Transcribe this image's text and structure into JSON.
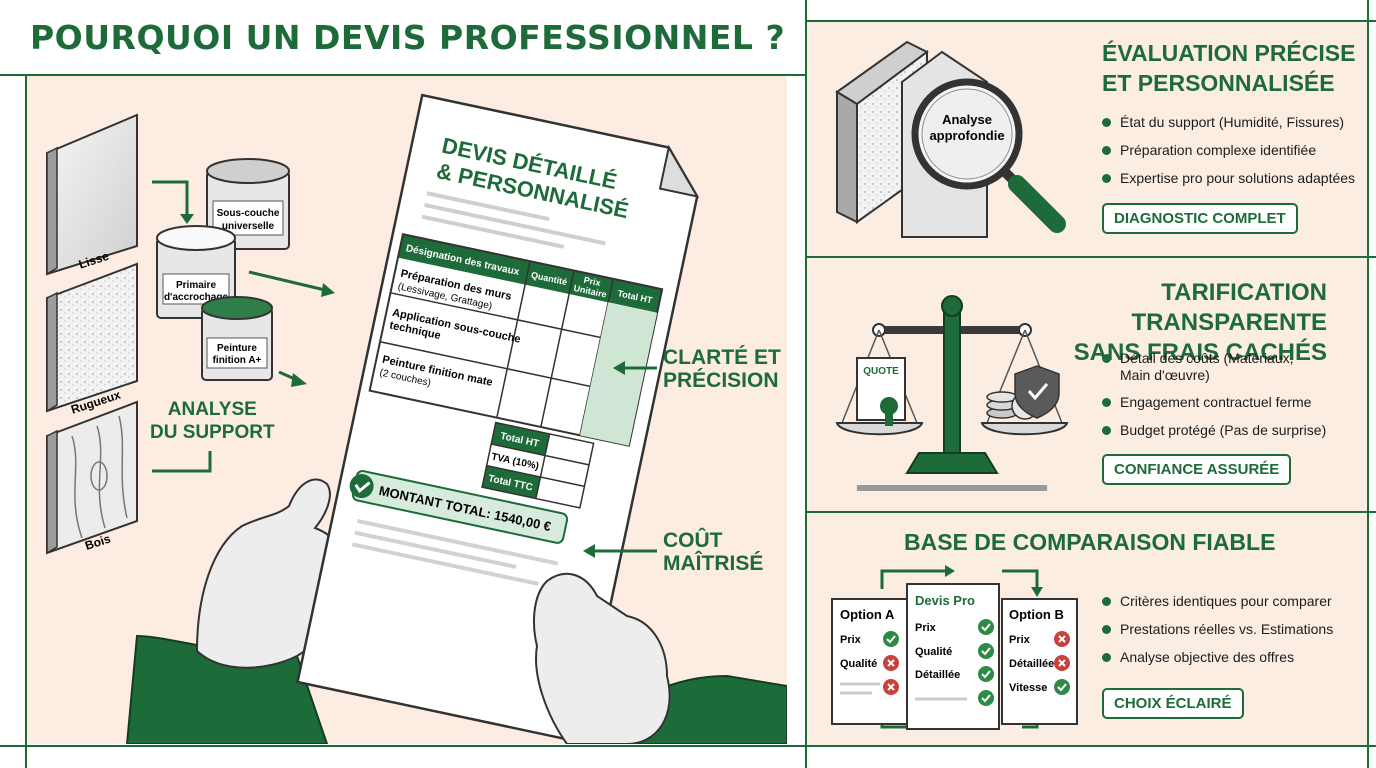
{
  "title": "POURQUOI UN DEVIS PROFESSIONNEL ?",
  "left": {
    "samples": [
      "Lisse",
      "Rugueux",
      "Bois"
    ],
    "cans": [
      "Sous-couche",
      "universelle",
      "Primaire",
      "d'accrochage",
      "Peinture",
      "finition A+"
    ],
    "support_label": [
      "ANALYSE",
      "DU SUPPORT"
    ],
    "doc_title": [
      "DEVIS DÉTAILLÉ",
      "& PERSONNALISÉ"
    ],
    "table_headers": [
      "Désignation des travaux",
      "Quantité",
      "Prix",
      "Unitaire",
      "Total HT"
    ],
    "rows": [
      [
        "Préparation des murs",
        "(Lessivage, Grattage)"
      ],
      [
        "Application sous-couche",
        "technique"
      ],
      [
        "Peinture finition mate",
        "(2 couches)"
      ]
    ],
    "totals": [
      "Total HT",
      "TVA (10%)",
      "Total TTC"
    ],
    "amount": "MONTANT TOTAL: 1540,00 €",
    "callout_clarity": [
      "CLARTÉ ET",
      "PRÉCISION"
    ],
    "callout_cost": [
      "COÛT",
      "MAÎTRISÉ"
    ]
  },
  "panel1": {
    "title": [
      "ÉVALUATION PRÉCISE",
      "ET PERSONNALISÉE"
    ],
    "magnifier": [
      "Analyse",
      "approfondie"
    ],
    "bullets": [
      "État du support (Humidité, Fissures)",
      "Préparation complexe identifiée",
      "Expertise pro pour solutions adaptées"
    ],
    "badge": "DIAGNOSTIC COMPLET"
  },
  "panel2": {
    "title": [
      "TARIFICATION TRANSPARENTE",
      "SANS FRAIS CACHÉS"
    ],
    "quote_label": "QUOTE",
    "bullets": [
      "Détail des coûts (Matériaux,",
      "Main d'œuvre)",
      "Engagement contractuel ferme",
      "Budget protégé (Pas de surprise)"
    ],
    "badge": "CONFIANCE ASSURÉE"
  },
  "panel3": {
    "title": "BASE DE COMPARAISON FIABLE",
    "cards": [
      {
        "name": "Option A",
        "rows": [
          "Prix",
          "Qualité"
        ]
      },
      {
        "name": "Devis Pro",
        "rows": [
          "Prix",
          "Qualité",
          "Détaillée"
        ]
      },
      {
        "name": "Option B",
        "rows": [
          "Prix",
          "Détaillée",
          "Vitesse"
        ]
      }
    ],
    "bullets": [
      "Critères identiques pour comparer",
      "Prestations réelles vs. Estimations",
      "Analyse objective des offres"
    ],
    "badge": "CHOIX ÉCLAIRÉ"
  },
  "colors": {
    "brand_green": "#1e6b3a",
    "panel_bg": "#fcede3",
    "check_green": "#2f8a45",
    "cross_red": "#c8413b"
  }
}
